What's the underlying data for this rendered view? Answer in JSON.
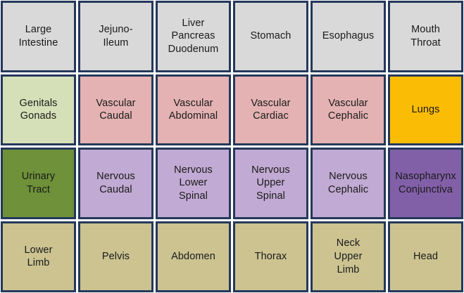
{
  "grid": {
    "columns": 6,
    "rows": 4,
    "border_color": "#24385a",
    "gap_color": "#ffffff",
    "text_color": "#1a1a1a",
    "palette": {
      "digestive_gray": "#d9d9d9",
      "genitals_pale_green": "#d6e0b8",
      "vascular_pink": "#e4b2b2",
      "lungs_amber": "#fbbc06",
      "urinary_olive": "#6e9139",
      "nervous_lavender": "#c1aad3",
      "nasopharynx_purple": "#8260a8",
      "regions_tan": "#ccc391"
    }
  },
  "cells": [
    {
      "id": "large-intestine",
      "label": "Large\nIntestine",
      "color": "#d9d9d9"
    },
    {
      "id": "jejuno-ileum",
      "label": "Jejuno-\nIleum",
      "color": "#d9d9d9"
    },
    {
      "id": "liver-pancreas-duodenum",
      "label": "Liver\nPancreas\nDuodenum",
      "color": "#d9d9d9"
    },
    {
      "id": "stomach",
      "label": "Stomach",
      "color": "#d9d9d9"
    },
    {
      "id": "esophagus",
      "label": "Esophagus",
      "color": "#d9d9d9"
    },
    {
      "id": "mouth-throat",
      "label": "Mouth\nThroat",
      "color": "#d9d9d9"
    },
    {
      "id": "genitals-gonads",
      "label": "Genitals\nGonads",
      "color": "#d6e0b8"
    },
    {
      "id": "vascular-caudal",
      "label": "Vascular\nCaudal",
      "color": "#e4b2b2"
    },
    {
      "id": "vascular-abdominal",
      "label": "Vascular\nAbdominal",
      "color": "#e4b2b2"
    },
    {
      "id": "vascular-cardiac",
      "label": "Vascular\nCardiac",
      "color": "#e4b2b2"
    },
    {
      "id": "vascular-cephalic",
      "label": "Vascular\nCephalic",
      "color": "#e4b2b2"
    },
    {
      "id": "lungs",
      "label": "Lungs",
      "color": "#fbbc06"
    },
    {
      "id": "urinary-tract",
      "label": "Urinary\nTract",
      "color": "#6e9139"
    },
    {
      "id": "nervous-caudal",
      "label": "Nervous\nCaudal",
      "color": "#c1aad3"
    },
    {
      "id": "nervous-lower-spinal",
      "label": "Nervous\nLower\nSpinal",
      "color": "#c1aad3"
    },
    {
      "id": "nervous-upper-spinal",
      "label": "Nervous\nUpper\nSpinal",
      "color": "#c1aad3"
    },
    {
      "id": "nervous-cephalic",
      "label": "Nervous\nCephalic",
      "color": "#c1aad3"
    },
    {
      "id": "nasopharynx-conjunctiva",
      "label": "Nasopharynx\nConjunctiva",
      "color": "#8260a8"
    },
    {
      "id": "lower-limb",
      "label": "Lower\nLimb",
      "color": "#ccc391"
    },
    {
      "id": "pelvis",
      "label": "Pelvis",
      "color": "#ccc391"
    },
    {
      "id": "abdomen",
      "label": "Abdomen",
      "color": "#ccc391"
    },
    {
      "id": "thorax",
      "label": "Thorax",
      "color": "#ccc391"
    },
    {
      "id": "neck-upper-limb",
      "label": "Neck\nUpper\nLimb",
      "color": "#ccc391"
    },
    {
      "id": "head",
      "label": "Head",
      "color": "#ccc391"
    }
  ]
}
